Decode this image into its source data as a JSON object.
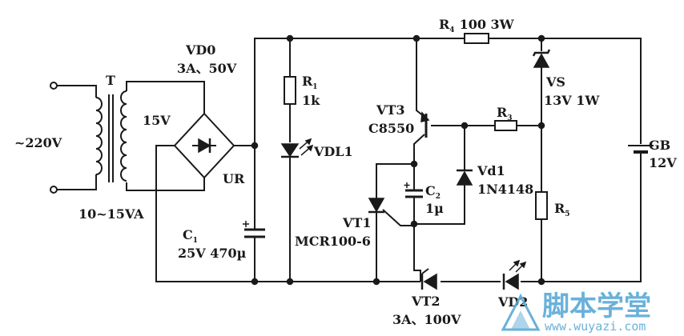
{
  "labels": {
    "input": "~220V",
    "transformer": "T",
    "secondary": "15V",
    "transformer_rating": "10~15VA",
    "bridge": "VD0",
    "bridge_rating": "3A、50V",
    "bridge_block": "UR",
    "c1": "C",
    "c1_sub": "1",
    "c1_rating": "25V 470µ",
    "r1": "R",
    "r1_sub": "1",
    "r1_value": "1k",
    "led1": "VDL1",
    "vt3": "VT3",
    "vt3_type": "C8550",
    "r4": "R",
    "r4_sub": "4",
    "r4_value": "100 3W",
    "r3": "R",
    "r3_sub": "3",
    "vs": "VS",
    "vs_rating": "13V 1W",
    "vd1": "Vd1",
    "vd1_type": "1N4148",
    "c2": "C",
    "c2_sub": "2",
    "c2_value": "1µ",
    "vt1": "VT1",
    "vt1_type": "MCR100-6",
    "r5": "R",
    "r5_sub": "5",
    "vt2": "VT2",
    "vt2_rating": "3A、100V",
    "vd2": "VD2",
    "battery": "GB",
    "battery_voltage": "12V"
  },
  "watermark": {
    "text": "脚本学堂",
    "url": "www.wuyazi.com",
    "color": "#5aa9d6"
  }
}
